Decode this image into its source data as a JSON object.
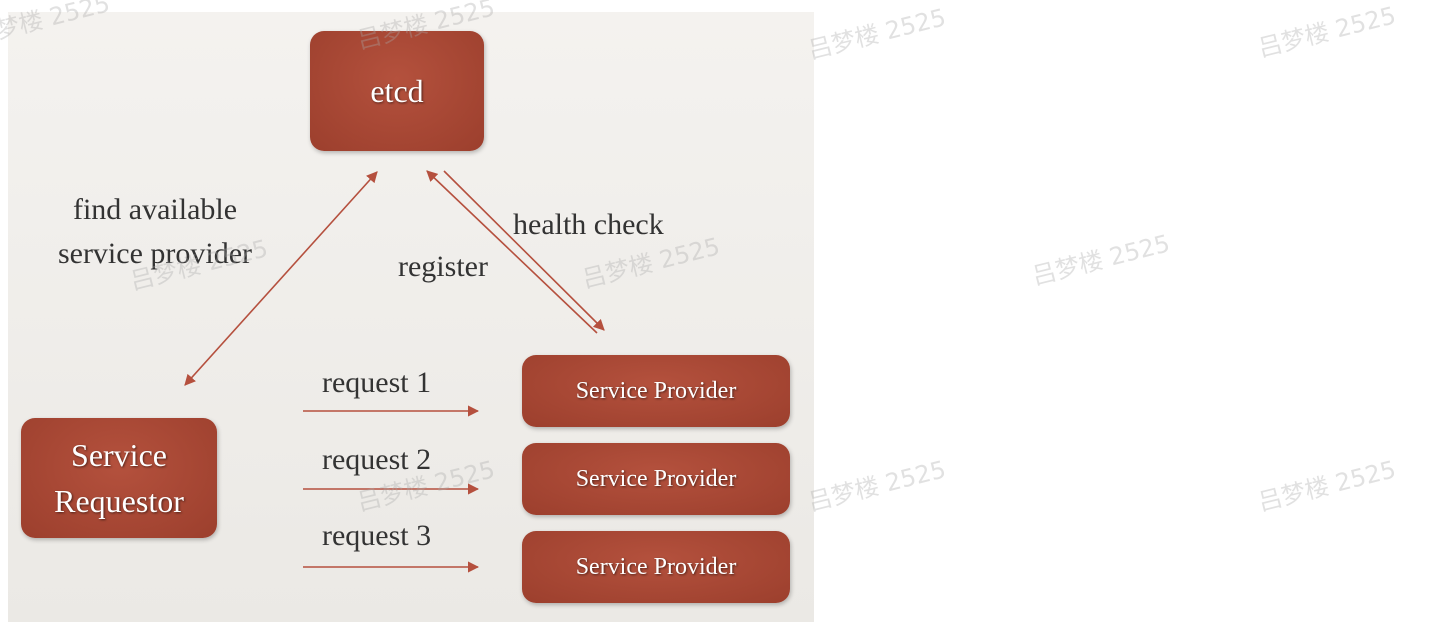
{
  "diagram": {
    "nodes": {
      "etcd": "etcd",
      "requestor_line1": "Service",
      "requestor_line2": "Requestor",
      "provider1": "Service Provider",
      "provider2": "Service Provider",
      "provider3": "Service Provider"
    },
    "edges": {
      "find_line1": "find available",
      "find_line2": "service provider",
      "health_check": "health check",
      "register": "register",
      "request1": "request 1",
      "request2": "request 2",
      "request3": "request 3"
    },
    "colors": {
      "node_fill": "#a6452f",
      "arrow": "#b5503e",
      "panel": "#efedea"
    }
  },
  "watermarks": [
    "吕梦楼 2525",
    "吕梦楼 2525",
    "吕梦楼 2525",
    "吕梦楼 2525",
    "吕梦楼 2525",
    "吕梦楼 2525",
    "吕梦楼 2525",
    "吕梦楼 2525",
    "吕梦楼 2525",
    "吕梦楼 2525"
  ]
}
